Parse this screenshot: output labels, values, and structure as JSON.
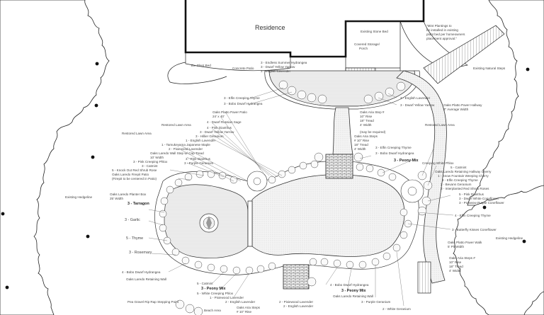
{
  "labels": {
    "residence": "Residence",
    "mint_note_1": "\"Mint Plantings to",
    "mint_note_2": "be installed in existing",
    "mint_note_3": "plant bed per homeowners",
    "mint_note_4": "placement approval.\"",
    "existing_stone_bed": "Existing Stone Bed",
    "covered_storage_1": "Covered Storage/",
    "covered_storage_2": "Porch",
    "ex_plant_bed": "Ex. Plant Bed",
    "concrete_patio": "Concrete Patio",
    "hydrangea_1": "3 - Endless Summer Hydrangea",
    "hydrangea_2": "3 - Dwarf Yellow Yarrow",
    "hydrangea_3": "3 - English Lavender",
    "existing_natural_steps": "Existing Natural Steps",
    "english_lavender_r": "3 - English Lavender",
    "dwarf_yellow_r": "3 - Dwarf Yellow Yarrow",
    "oaks_hallway_1": "Oaks Platto Paver Hallway",
    "oaks_hallway_2": "3\" Average Width",
    "restored_lawn_r": "Restored Lawn Area",
    "oaks_aria_step_1": "Oaks Aria Step #",
    "oaks_aria_step_2": "10\" Rise",
    "oaks_aria_step_3": "18\" Tread",
    "oaks_aria_step_4": "4' Width",
    "oaks_aria_step_5": "(may be required)",
    "oaks_aria_step_6": "Oaks Aria Steps",
    "oaks_aria_step_7": "# 10\" Rise",
    "oaks_aria_step_8": "18\" Tread",
    "oaks_aria_step_9": "4' Width",
    "creeping_thyme_t": "3 - Elfin Creeping Thyme",
    "baby_dwarf_t": "3 - Bobo Dwarf Hydrangea",
    "oaks_platto_patio_1": "Oaks Platto Paver Patio",
    "oaks_platto_patio_2": "24' x 40'",
    "russian_sage": "4 - Dwarf Russian Sage",
    "pink_dianthus_t": "4 - Pink Dianthus",
    "dwarf_yarrow_t": "3 - Dwarf Yellow Yarrow",
    "hillier_geranium": "3 - Hillier Geranium",
    "english_lavender_t": "1 - English Lavender",
    "restored_lawn_t": "Restored Lawn Area",
    "restored_lawn_l": "Restored Lawn Area",
    "tamukeyama": "1 - Tamukeyama Japanese Maple",
    "pixiewood": "2 - Pixiewood Lavender",
    "oaks_wall_1": "Oaks Laredo Wall Step w/ Cap Tread",
    "oaks_wall_2": "10' Width",
    "pink_creeping": "3 - Pink Creeping Phlox",
    "pink_dianthus_l": "3 - Pink Dianthus",
    "catmint_l": "3 - Catmint",
    "purple_geranium_l": "3 - Purple Geranium",
    "knock_out_1": "5 - Knock Out Red Shrub Rose",
    "knock_out_2": "Oaks Laredo Firepit Patio",
    "knock_out_3": "(Firepit to be centered in Patio)",
    "existing_hedgeline_l": "Existing Hedgeline",
    "planter_box_1": "Oaks Laredo Planter Box",
    "planter_box_2": "25' Width",
    "tarragon": "3 - Tarragon",
    "garlic": "3 - Garlic",
    "thyme": "5 - Thyme",
    "rosemary": "3 - Rosemary",
    "baby_dwarf_l": "4 - Bobo Dwarf Hydrangea",
    "oaks_retaining_l": "Oaks Laredo Retaining Wall",
    "pea_gravel": "Pea Gravel Rip Rap Stepping Point",
    "catmint_b": "5 - Catmint",
    "peony_mix_b": "3 - Peony Mix",
    "white_phlox": "5 - White Creeping Phlox",
    "pixiewood_b": "1 - Pixiewood Lavender",
    "english_lav_b": "2 - English Lavender",
    "beach_area": "Beach Area",
    "oaks_aria_b_1": "Oaks Aria Steps",
    "oaks_aria_b_2": "# 10\" Rise",
    "pixiewood_b2": "2 - Pixiewood Lavender",
    "english_lav_b2": "2 - English Lavender",
    "baby_dwarf_b": "4 - Bobo Dwarf Hydrangea",
    "peony_mix_b2": "3 - Peony Mix",
    "oaks_retaining_b": "Oaks Laredo Retaining Wall",
    "purple_geranium_b": "3 - Purple Geranium",
    "white_phlox_b": "2 - White Geranium",
    "peony_mix_r": "3 - Peony Mix",
    "creeping_phlox_r": "Creeping White Phlox",
    "catmint_r": "5 - Catmint",
    "oaks_retaining_r": "Oaks Laredo Retaining Hallway Cherry",
    "snow_fountain": "1 - Snow Fountain Weeping Cherry",
    "elfin_thyme_r": "3 - Elfin Creeping Thyme",
    "bevans_geranium": "3 - Bevans Geranium",
    "knockout_red_r": "3 - Interplanted Red Shrub Roses",
    "pink_dianthus_r": "5 - Pink Dianthus",
    "dwarf_white_cone": "3 - Dwarf White Coneflower",
    "powwow_purple": "3 - Powwow Purple Coneflower",
    "elfin_thyme_r2": "4 - Elfin Creeping Thyme",
    "butterfly_kisses": "3 - Butterfly Kisses Coneflower",
    "existing_hedgeline_r": "Existing Hedgeline",
    "oaks_paver_walk_1": "Oaks Platto Paver Walk",
    "oaks_paver_walk_2": "5' Pit Width",
    "oaks_aria_r_1": "Oaks Aria Steps #",
    "oaks_aria_r_2": "10\" Rise",
    "oaks_aria_r_3": "18\" Tread",
    "oaks_aria_r_4": "4' Width"
  }
}
